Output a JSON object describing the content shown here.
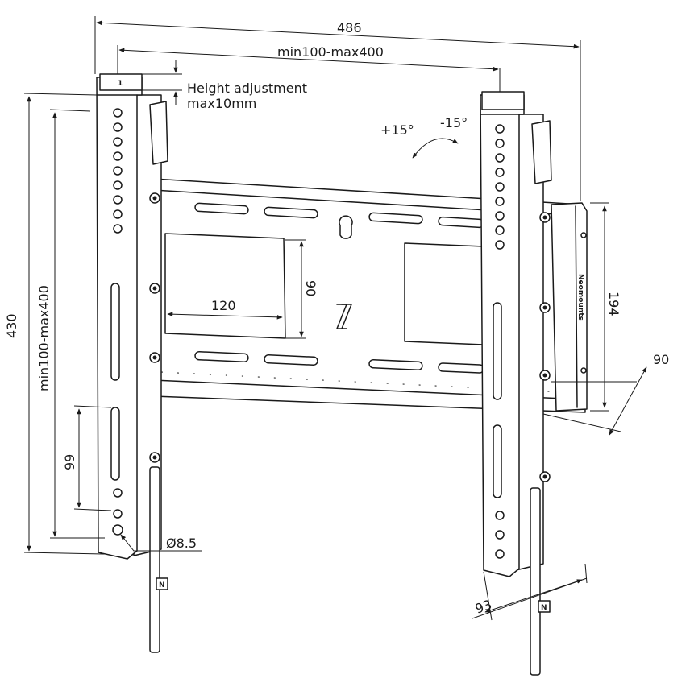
{
  "dimensions": {
    "overall_width": "486",
    "vesa_horizontal": "min100-max400",
    "height_adjustment_line1": "Height adjustment",
    "height_adjustment_line2": "max10mm",
    "tilt_plus": "+15°",
    "tilt_minus": "-15°",
    "overall_height": "430",
    "vesa_vertical": "min100-max400",
    "plate_width": "120",
    "plate_height": "90",
    "wall_plate_height": "194",
    "depth": "90",
    "bottom_offset": "99",
    "hole_diameter": "Ø8.5",
    "rail_width": "93"
  },
  "brand": {
    "text": "Neomounts",
    "logo_glyph": "N"
  }
}
